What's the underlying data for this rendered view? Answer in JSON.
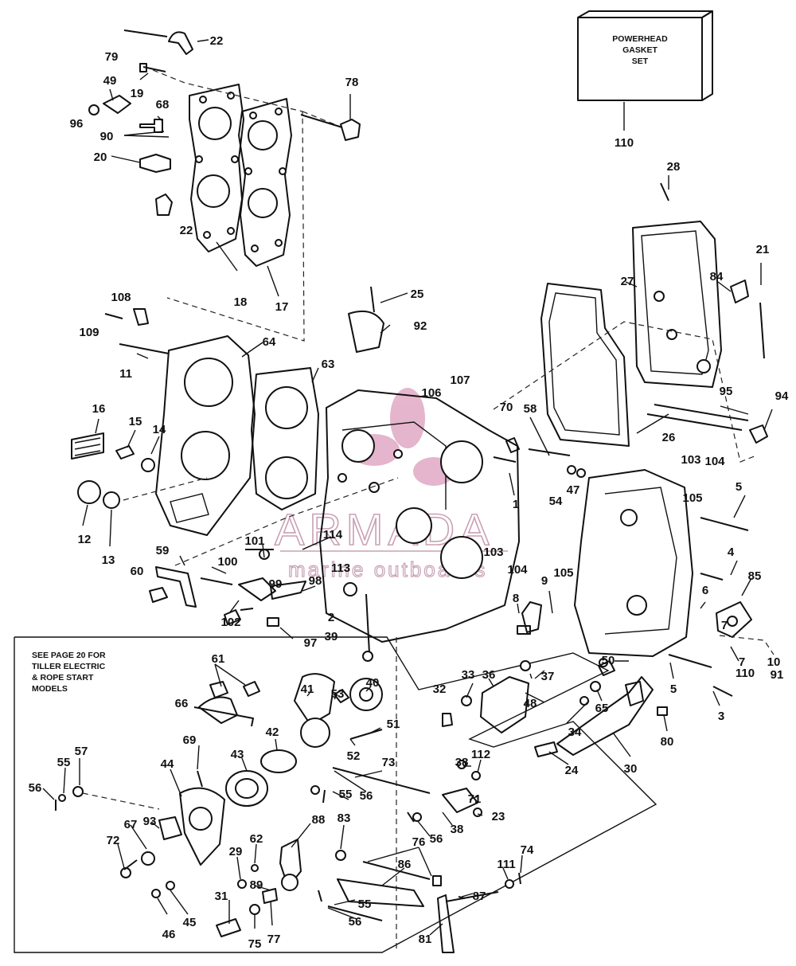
{
  "gasket_set_box": {
    "line1": "POWERHEAD",
    "line2": "GASKET",
    "line3": "SET"
  },
  "note": {
    "line1": "SEE PAGE 20 FOR",
    "line2": "TILLER ELECTRIC",
    "line3": "& ROPE START",
    "line4": "MODELS"
  },
  "watermark": {
    "main": "ARMADA",
    "sub": "marine outboards",
    "color": "#c9a1b4",
    "logo_color": "#e0a9c4"
  },
  "callouts": [
    "79",
    "22",
    "19",
    "49",
    "96",
    "68",
    "90",
    "20",
    "22",
    "78",
    "110",
    "28",
    "18",
    "17",
    "21",
    "27",
    "84",
    "25",
    "108",
    "109",
    "92",
    "64",
    "11",
    "63",
    "16",
    "15",
    "14",
    "107",
    "106",
    "70",
    "58",
    "95",
    "94",
    "26",
    "12",
    "13",
    "1",
    "54",
    "47",
    "103",
    "104",
    "105",
    "5",
    "59",
    "101",
    "114",
    "103",
    "104",
    "105",
    "60",
    "100",
    "113",
    "99",
    "98",
    "4",
    "85",
    "6",
    "7",
    "2",
    "39",
    "8",
    "9",
    "102",
    "97",
    "61",
    "40",
    "41",
    "53",
    "32",
    "33",
    "36",
    "37",
    "48",
    "50",
    "110",
    "7",
    "10",
    "91",
    "5",
    "3",
    "65",
    "66",
    "51",
    "52",
    "34",
    "80",
    "69",
    "42",
    "43",
    "73",
    "38",
    "112",
    "24",
    "30",
    "57",
    "55",
    "44",
    "56",
    "55",
    "56",
    "71",
    "23",
    "38",
    "56",
    "67",
    "93",
    "72",
    "62",
    "88",
    "83",
    "29",
    "76",
    "86",
    "74",
    "111",
    "89",
    "87",
    "55",
    "31",
    "75",
    "77",
    "56",
    "81",
    "46",
    "45"
  ]
}
